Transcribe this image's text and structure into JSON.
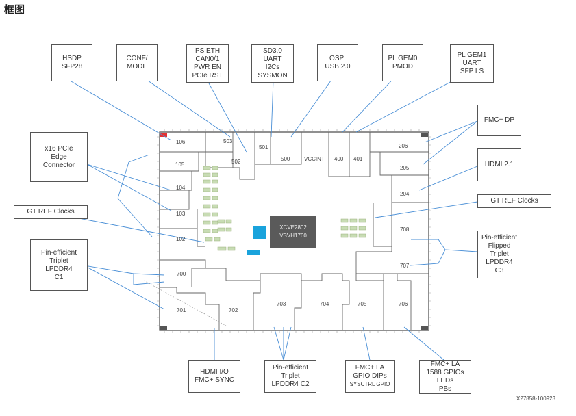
{
  "heading": "框图",
  "footer_code": "X27858-100923",
  "chip": {
    "line1": "XCVE2802",
    "line2": "VSVH1760"
  },
  "callouts": {
    "hsdp": [
      "HSDP",
      "SFP28"
    ],
    "conf": [
      "CONF/",
      "MODE"
    ],
    "pseth": [
      "PS ETH",
      "CAN0/1",
      "PWR EN",
      "PCIe RST"
    ],
    "sd": [
      "SD3.0",
      "UART",
      "I2Cs",
      "SYSMON"
    ],
    "ospi": [
      "OSPI",
      "USB 2.0"
    ],
    "plgem0": [
      "PL GEM0",
      "PMOD"
    ],
    "plgem1": [
      "PL GEM1",
      "UART",
      "SFP LS"
    ],
    "fmcdp": [
      "FMC+ DP"
    ],
    "hdmi21": [
      "HDMI 2.1"
    ],
    "gtref_right": [
      "GT REF Clocks"
    ],
    "lpddr_right": [
      "Pin-efficient",
      "Flipped",
      "Triplet",
      "LPDDR4",
      "C3"
    ],
    "pcie": [
      "x16 PCIe",
      "Edge",
      "Connector"
    ],
    "gtref_left": [
      "GT REF Clocks"
    ],
    "lpddr_left": [
      "Pin-efficient",
      "Triplet",
      "LPDDR4",
      "C1"
    ],
    "hdmiio": [
      "HDMI I/O",
      "FMC+ SYNC"
    ],
    "lpddr_c2": [
      "Pin-efficient",
      "Triplet",
      "LPDDR4 C2"
    ],
    "fmcla_gpio": [
      "FMC+ LA",
      "GPIO DIPs",
      "SYSCTRL GPIO"
    ],
    "fmcla_1588": [
      "FMC+ LA",
      "1588 GPIOs",
      "LEDs",
      "PBs"
    ]
  },
  "banks": {
    "b106": "106",
    "b105": "105",
    "b104": "104",
    "b103": "103",
    "b102": "102",
    "b503": "503",
    "b502": "502",
    "b501": "501",
    "b500": "500",
    "vccint": "VCCINT",
    "b400": "400",
    "b401": "401",
    "b206": "206",
    "b205": "205",
    "b204": "204",
    "b708": "708",
    "b707": "707",
    "b700": "700",
    "b701": "701",
    "b702": "702",
    "b703": "703",
    "b704": "704",
    "b705": "705",
    "b706": "706"
  },
  "colors": {
    "corner_marker": "#e53030",
    "chip_fill": "#5a5a5a",
    "block_cyan": "#1aa3dc",
    "pad_fill": "#c8dcb4",
    "line_blue": "#4a8fd6"
  }
}
